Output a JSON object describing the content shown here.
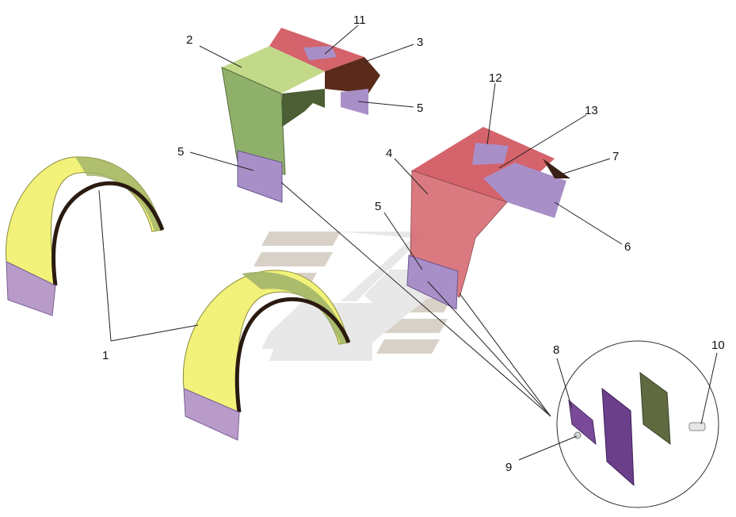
{
  "callouts": [
    "1",
    "2",
    "3",
    "4",
    "5",
    "6",
    "7",
    "8",
    "9",
    "10",
    "11",
    "12",
    "13"
  ],
  "colors": {
    "fender_yellow": "#f2f27a",
    "fender_green": "#9fb26a",
    "mudflap_purple": "#a98fc8",
    "cover_red": "#d4636b",
    "cover_green": "#a7bf6a",
    "dark_brown": "#5a2a1a",
    "watermark_gray": "#c9c9c9"
  }
}
